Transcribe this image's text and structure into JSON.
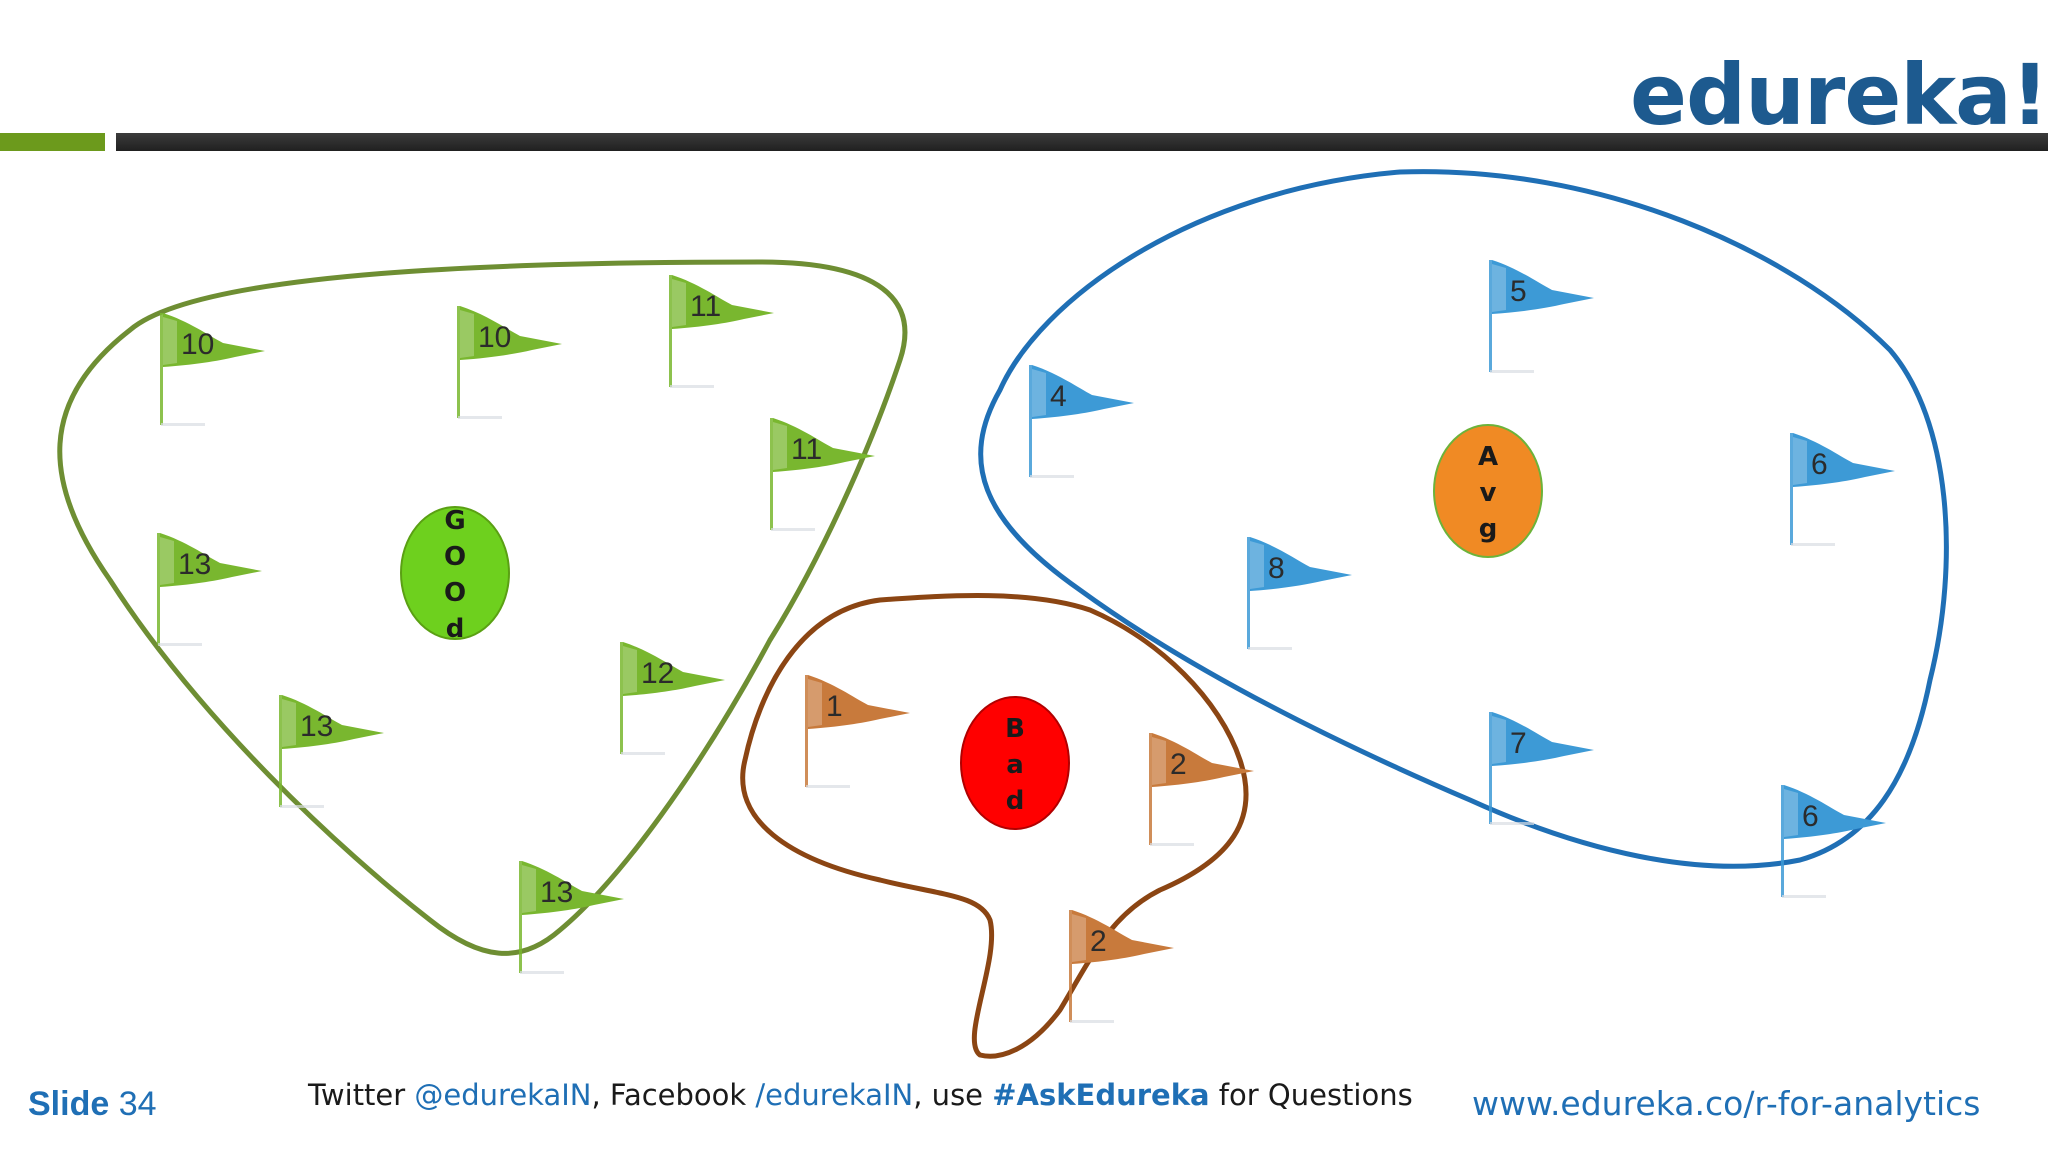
{
  "logo": {
    "text": "edureka!"
  },
  "clusters": [
    {
      "id": "good",
      "label_letters": [
        "G",
        "O",
        "O",
        "d"
      ],
      "color": "#6e8e33",
      "centroid_color": "#6ed01e",
      "flag_color": "#79b72f",
      "flags": [
        "10",
        "10",
        "11",
        "11",
        "13",
        "12",
        "13",
        "13"
      ]
    },
    {
      "id": "bad",
      "label_letters": [
        "B",
        "a",
        "d"
      ],
      "color": "#8b4513",
      "centroid_color": "#ff0000",
      "flag_color": "#c87a3c",
      "flags": [
        "1",
        "2",
        "2"
      ]
    },
    {
      "id": "avg",
      "label_letters": [
        "A",
        "v",
        "g"
      ],
      "color": "#1f6fb5",
      "centroid_color": "#f08a24",
      "flag_color": "#3d9ad6",
      "flags": [
        "5",
        "4",
        "6",
        "8",
        "7",
        "6"
      ]
    }
  ],
  "footer": {
    "slide_label": "Slide",
    "slide_number": "34",
    "twitter_prefix": "Twitter ",
    "twitter_handle": "@edurekaIN",
    "facebook_prefix": ", Facebook ",
    "facebook_handle": "/edurekaIN",
    "use_prefix": ", use ",
    "hashtag": "#AskEdureka",
    "questions_suffix": " for Questions",
    "website": "www.edureka.co/r-for-analytics"
  }
}
